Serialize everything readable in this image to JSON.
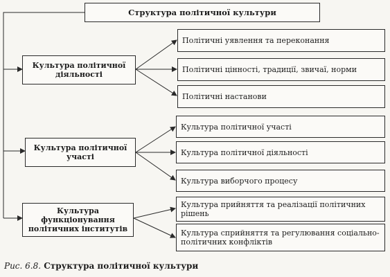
{
  "title": "Структура політичної культури",
  "groups": [
    {
      "label": "Культура політичної діяльності",
      "items": [
        "Політичні уявлення та переконання",
        "Політичні цінності, традиції, звичаї, норми",
        "Політичні настанови"
      ]
    },
    {
      "label": "Культура політичної участі",
      "items": [
        "Культура політичної участі",
        "Культура політичної діяльності",
        "Культура виборчого процесу"
      ]
    },
    {
      "label": "Культура функціонування політичних інститутів",
      "items": [
        "Культура прийняття та реалізації політичних рішень",
        "Культура сприйняття та регулювання соціально-політичних конфліктів"
      ]
    }
  ],
  "caption": {
    "label": "Рис. 6.8.",
    "text": "Структура політичної культури"
  }
}
